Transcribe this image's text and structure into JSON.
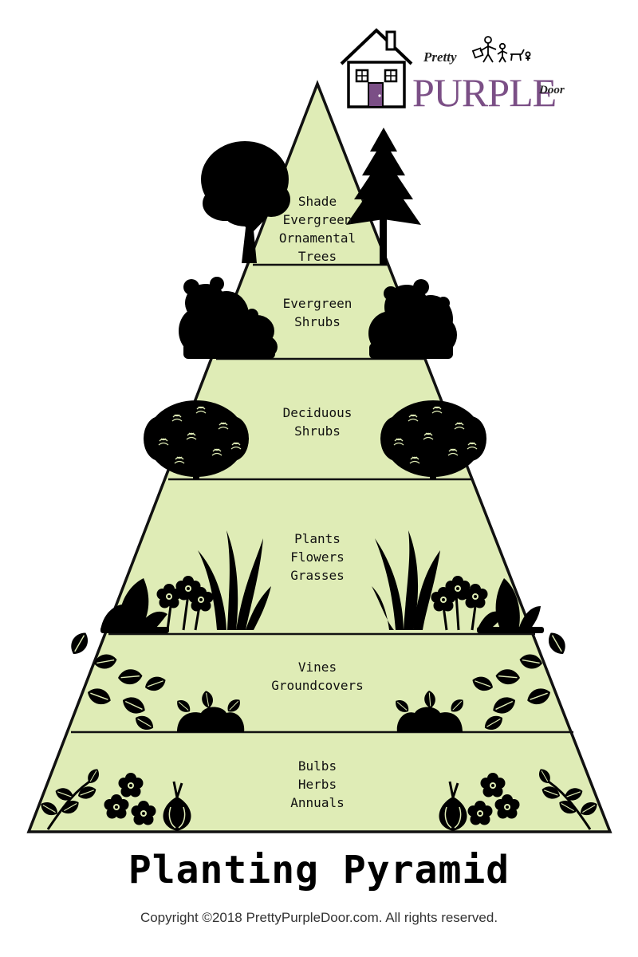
{
  "logo": {
    "word_small_1": "Pretty",
    "word_big": "PURPLE",
    "word_small_2": "Door",
    "accent_color": "#7b4f86"
  },
  "pyramid": {
    "fill_color": "#dfecb6",
    "outline_color": "#111111",
    "tiers": [
      {
        "label": "Shade\nEvergreen\nOrnamental\nTrees"
      },
      {
        "label": "Evergreen\nShrubs"
      },
      {
        "label": "Deciduous\nShrubs"
      },
      {
        "label": "Plants\nFlowers\nGrasses"
      },
      {
        "label": "Vines\nGroundcovers"
      },
      {
        "label": "Bulbs\nHerbs\nAnnuals"
      }
    ]
  },
  "title": "Planting Pyramid",
  "copyright": "Copyright ©2018 PrettyPurpleDoor.com. All rights reserved."
}
